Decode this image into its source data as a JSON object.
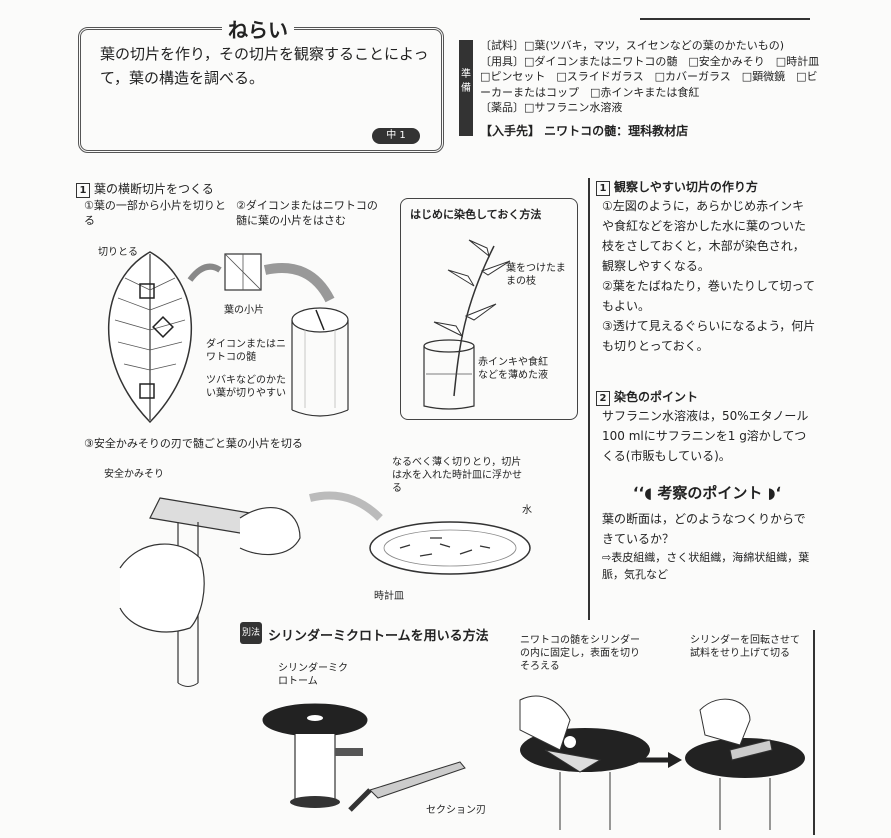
{
  "aim": {
    "title": "ねらい",
    "body": "葉の切片を作り，その切片を観察することによって，葉の構造を調べる。",
    "badge": "中 1"
  },
  "prep": {
    "label": "準備",
    "lines": [
      "〔試料〕□葉(ツバキ，マツ，スイセンなどの葉のかたいもの)",
      "〔用具〕□ダイコンまたはニワトコの髄　□安全かみそり　□時計皿　□ピンセット　□スライドガラス　□カバーガラス　□顕微鏡　□ビーカーまたはコップ　□赤インキまたは食紅",
      "〔薬品〕□サフラニン水溶液"
    ],
    "source": "【入手先】 ニワトコの髄：理科教材店"
  },
  "section1": {
    "num": "1",
    "title": "葉の横断切片をつくる",
    "step1": "①葉の一部から小片を切りとる",
    "step2": "②ダイコンまたはニワトコの髄に葉の小片をはさむ",
    "step3": "③安全かみそりの刃で髄ごと葉の小片を切る",
    "labels": {
      "cut": "切りとる",
      "piece": "葉の小片",
      "pith": "ダイコンまたはニワトコの髄",
      "hard_leaf": "ツバキなどのかたい葉が切りやすい",
      "razor": "安全かみそり",
      "thin": "なるべく薄く切りとり，切片は水を入れた時計皿に浮かせる",
      "water": "水",
      "dish": "時計皿"
    },
    "dye_box": {
      "title": "はじめに染色しておく方法",
      "branch": "葉をつけたままの枝",
      "liquid": "赤インキや食紅などを薄めた液"
    }
  },
  "right": {
    "h1_num": "1",
    "h1": "観察しやすい切片の作り方",
    "items": [
      "①左図のように，あらかじめ赤インキや食紅などを溶かした水に葉のついた枝をさしておくと，木部が染色され，観察しやすくなる。",
      "②葉をたばねたり，巻いたりして切ってもよい。",
      "③透けて見えるぐらいになるよう，何片も切りとっておく。"
    ],
    "h2_num": "2",
    "h2": "染色のポイント",
    "dye_text": "サフラニン水溶液は，50%エタノール100 mlにサフラニンを1 g溶かしてつくる(市販もしている)。",
    "consider_title": "考察のポイント",
    "consider_q": "葉の断面は，どのようなつくりからできているか？",
    "consider_a": "⇨表皮組織，さく状組織，海綿状組織，葉脈，気孔など"
  },
  "alt": {
    "badge": "別法",
    "title": "シリンダーミクロトームを用いる方法",
    "cyl": "シリンダーミクロトーム",
    "blade": "セクション刃",
    "fix": "ニワトコの髄をシリンダーの内に固定し，表面を切りそろえる",
    "rotate": "シリンダーを回転させて試料をせり上げて切る"
  }
}
